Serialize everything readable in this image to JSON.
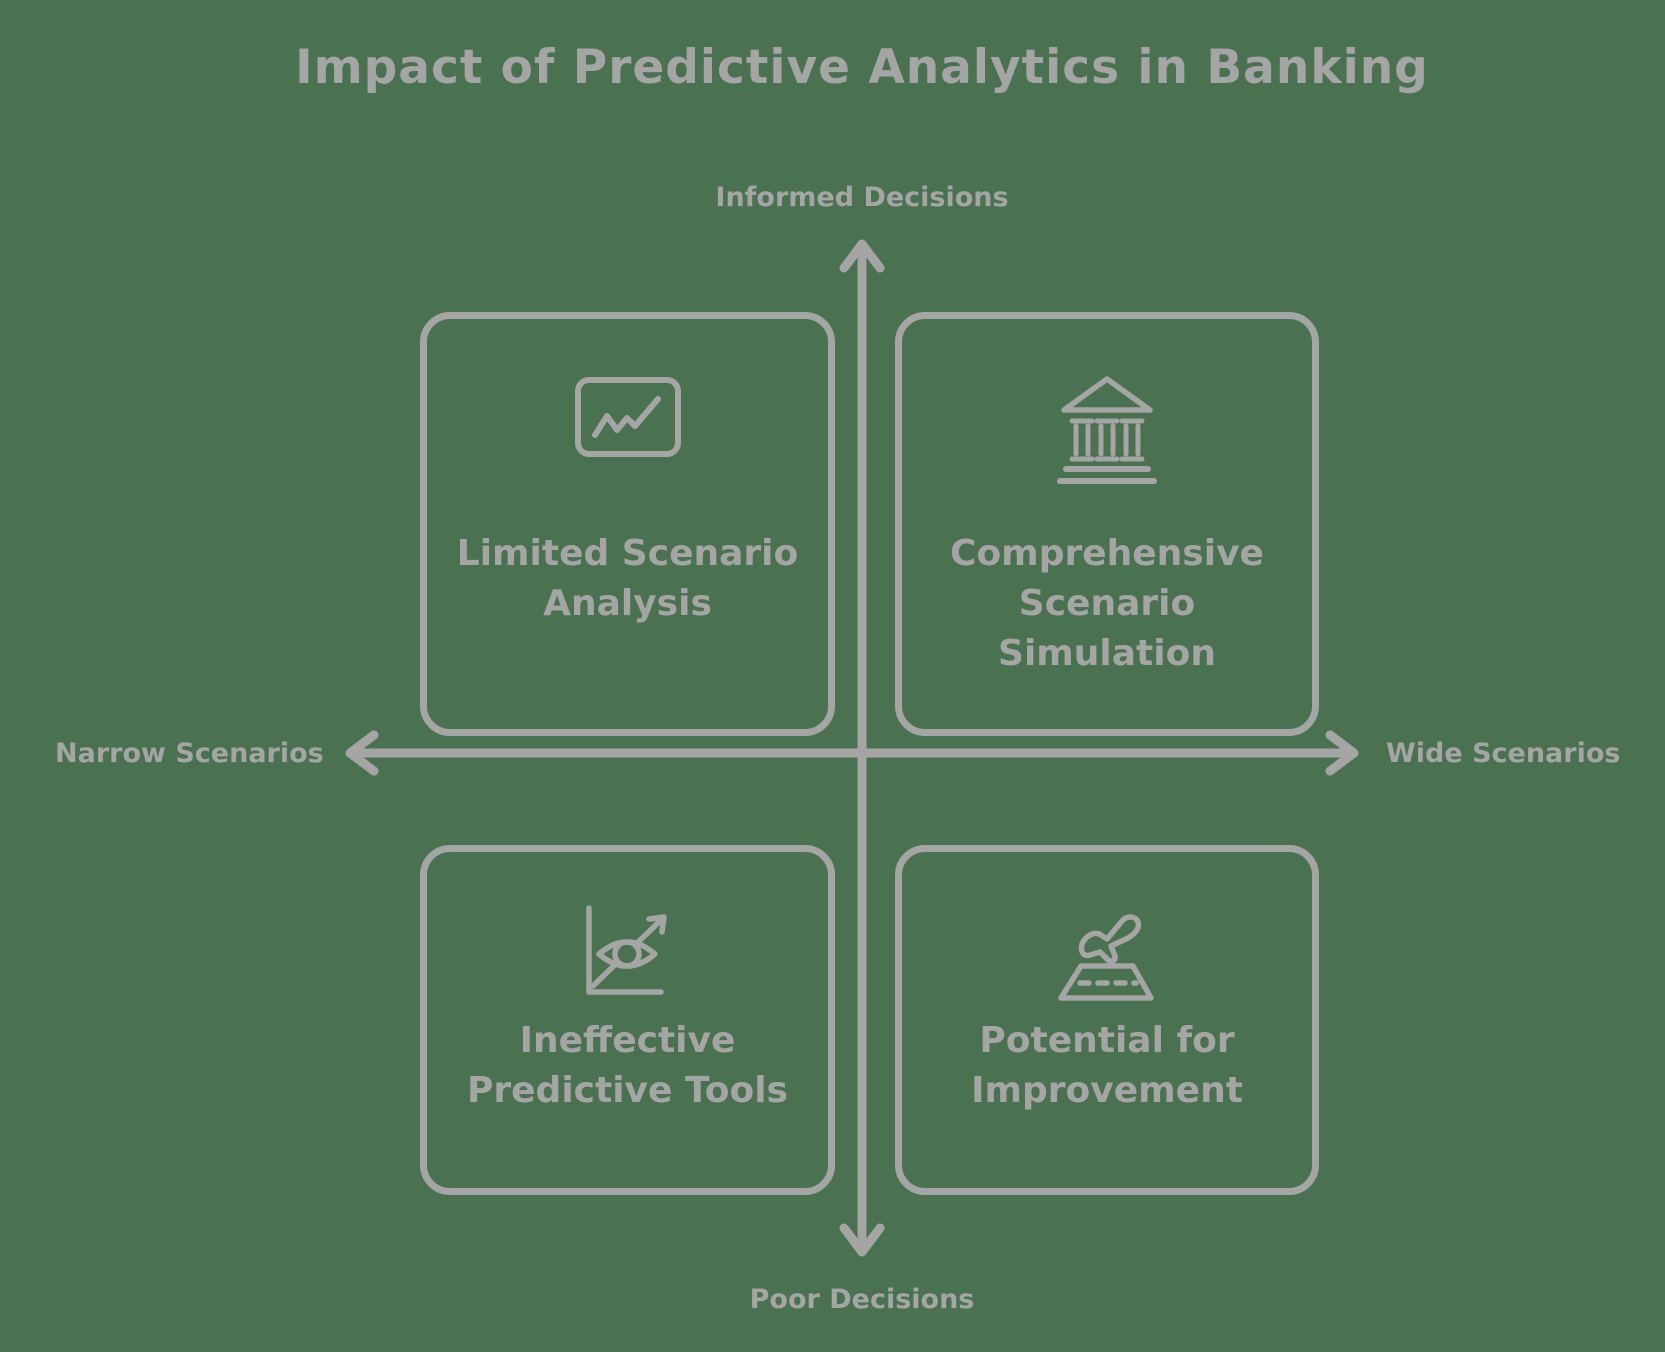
{
  "title": "Impact of Predictive Analytics in Banking",
  "colors": {
    "background": "#4A7150",
    "ink": "#A5A5A5"
  },
  "axes": {
    "top": "Informed Decisions",
    "bottom": "Poor Decisions",
    "left": "Narrow Scenarios",
    "right": "Wide Scenarios"
  },
  "quadrants": [
    {
      "id": "top-left",
      "icon": "chart-presentation-icon",
      "label": "Limited Scenario\nAnalysis"
    },
    {
      "id": "top-right",
      "icon": "bank-icon",
      "label": "Comprehensive\nScenario\nSimulation"
    },
    {
      "id": "bottom-left",
      "icon": "eye-forecast-icon",
      "label": "Ineffective\nPredictive Tools"
    },
    {
      "id": "bottom-right",
      "icon": "plane-takeoff-icon",
      "label": "Potential for\nImprovement"
    }
  ]
}
